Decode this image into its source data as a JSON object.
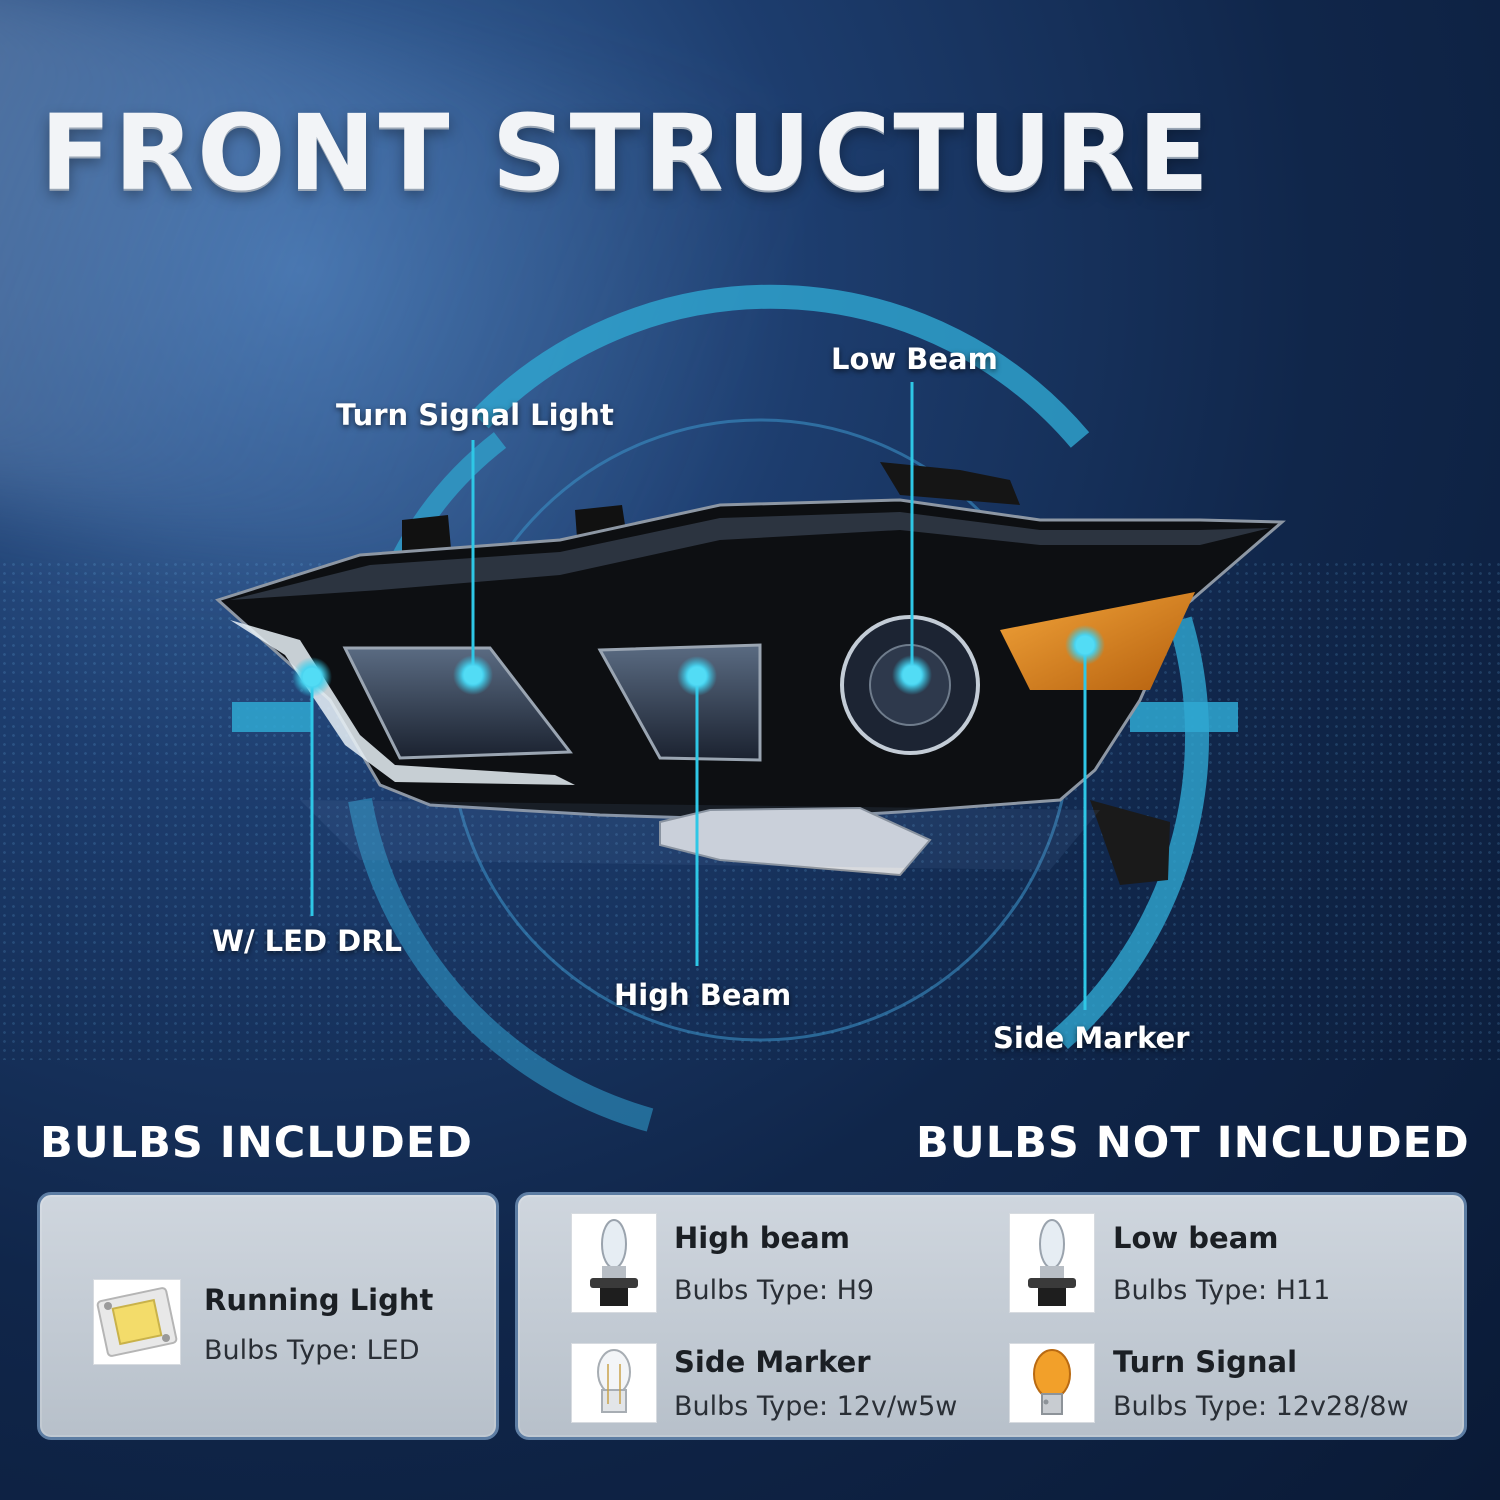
{
  "header": {
    "title": "FRONT STRUCTURE"
  },
  "callouts": {
    "low_beam": "Low Beam",
    "turn_signal_light": "Turn Signal Light",
    "led_drl": "W/ LED DRL",
    "high_beam": "High Beam",
    "side_marker": "Side Marker"
  },
  "included": {
    "heading": "BULBS INCLUDED",
    "items": [
      {
        "name": "Running Light",
        "type": "Bulbs Type: LED",
        "icon": "led-chip-icon"
      }
    ]
  },
  "not_included": {
    "heading": "BULBS NOT INCLUDED",
    "items": [
      {
        "name": "High beam",
        "type": "Bulbs Type: H9",
        "icon": "halogen-bulb-icon"
      },
      {
        "name": "Low beam",
        "type": "Bulbs Type: H11",
        "icon": "halogen-bulb-icon"
      },
      {
        "name": "Side Marker",
        "type": "Bulbs Type: 12v/w5w",
        "icon": "wedge-bulb-icon"
      },
      {
        "name": "Turn Signal",
        "type": "Bulbs Type: 12v28/8w",
        "icon": "amber-bulb-icon"
      }
    ]
  },
  "colors": {
    "accent": "#2ec7e6",
    "background": "#10264a",
    "amber": "#e08a1e",
    "panel": "#c4ccd5"
  }
}
